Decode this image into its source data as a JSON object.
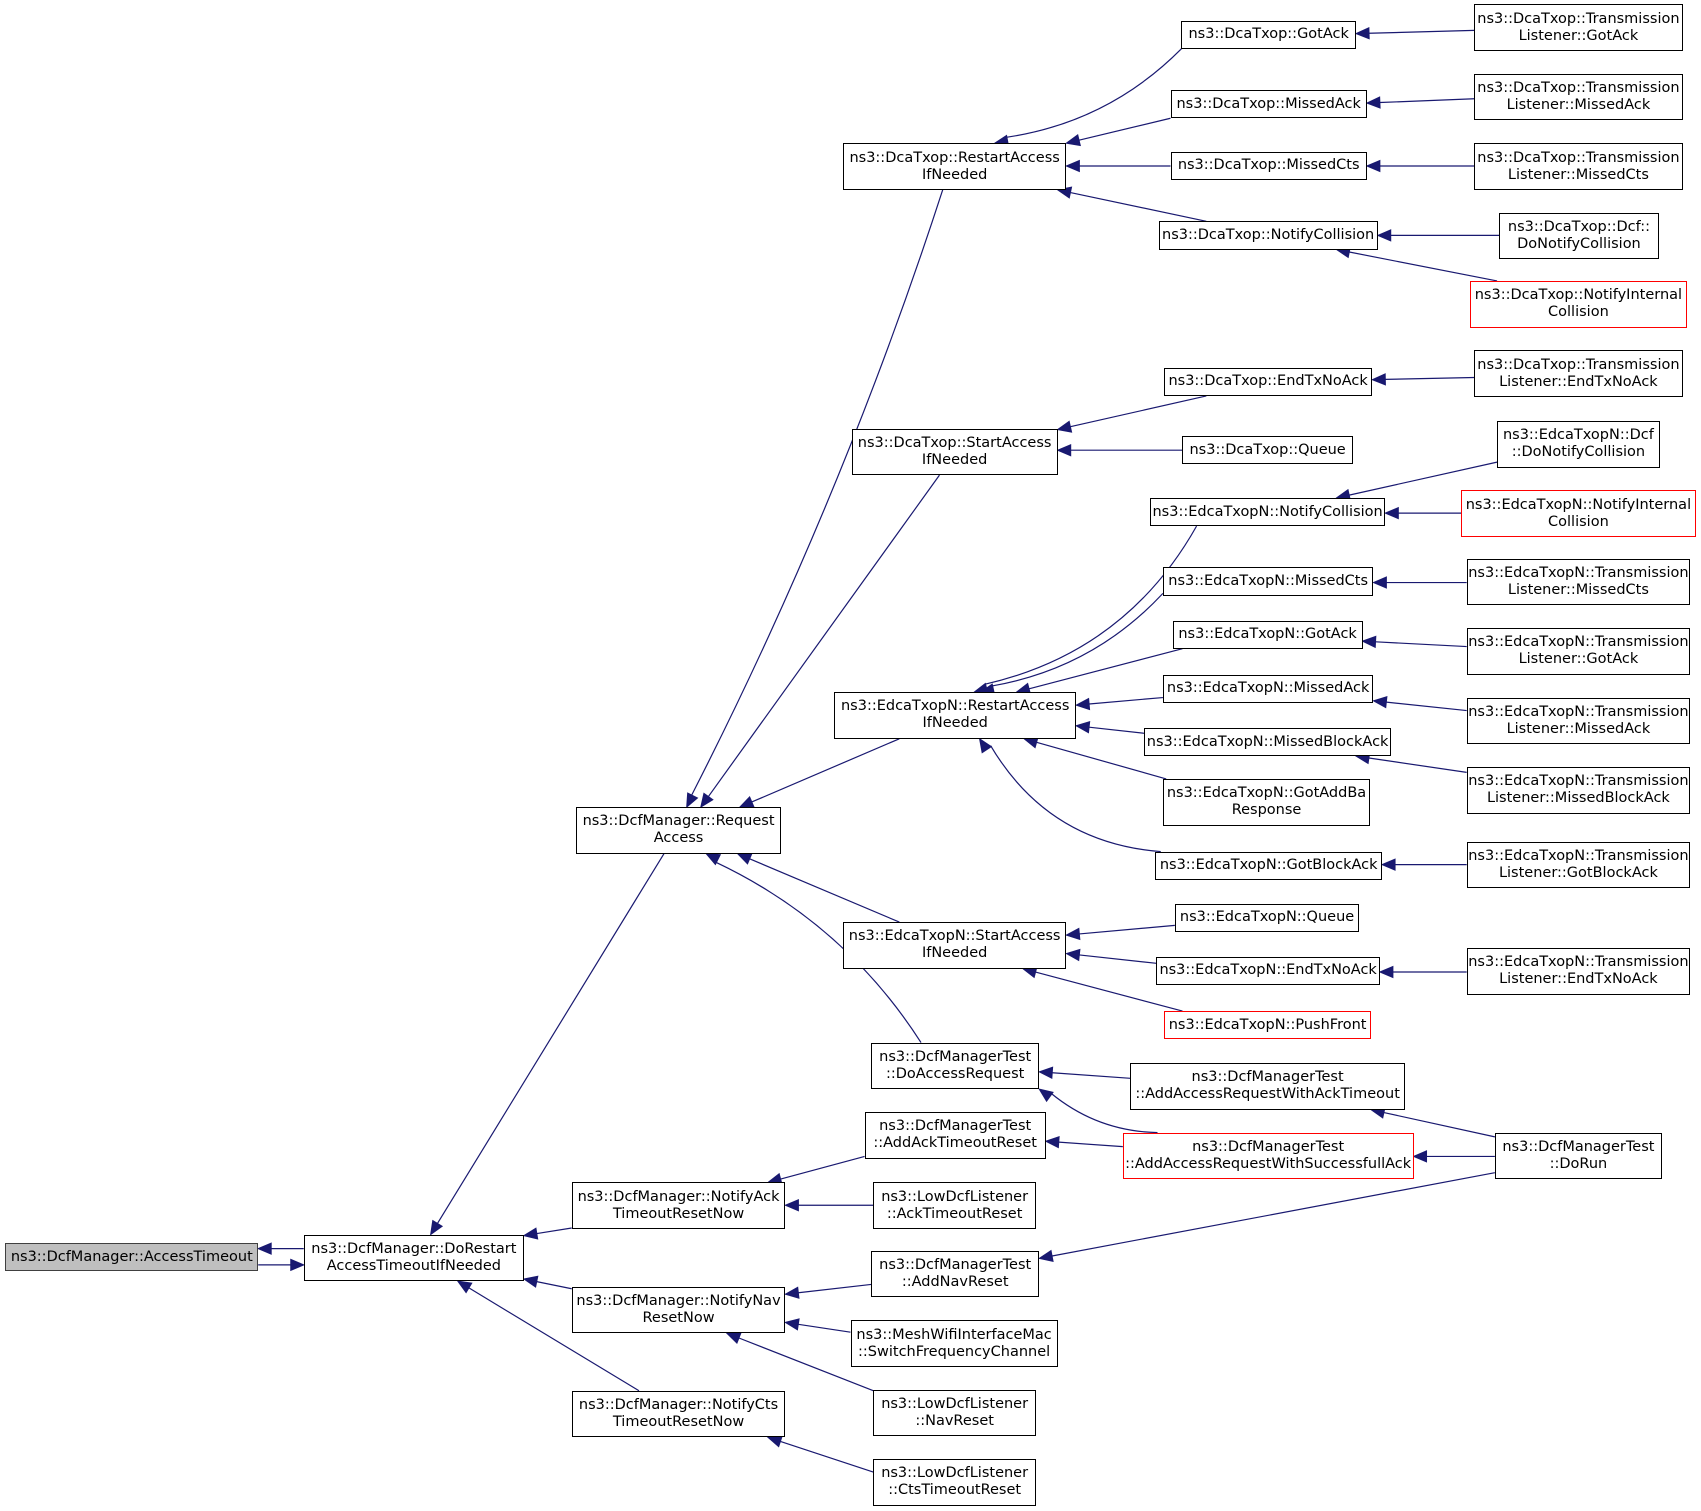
{
  "colors": {
    "edge": "#191970",
    "node_border": "#000000",
    "truncated_border": "#ff0000",
    "root_fill": "#bfbfbf"
  },
  "nodes": [
    {
      "id": "access_timeout",
      "lines": [
        "ns3::DcfManager::AccessTimeout"
      ],
      "style": "root"
    },
    {
      "id": "do_restart",
      "lines": [
        "ns3::DcfManager::DoRestart",
        "AccessTimeoutIfNeeded"
      ]
    },
    {
      "id": "request_access",
      "lines": [
        "ns3::DcfManager::Request",
        "Access"
      ]
    },
    {
      "id": "notify_ack",
      "lines": [
        "ns3::DcfManager::NotifyAck",
        "TimeoutResetNow"
      ]
    },
    {
      "id": "notify_nav",
      "lines": [
        "ns3::DcfManager::NotifyNav",
        "ResetNow"
      ]
    },
    {
      "id": "notify_cts",
      "lines": [
        "ns3::DcfManager::NotifyCts",
        "TimeoutResetNow"
      ]
    },
    {
      "id": "dca_restart",
      "lines": [
        "ns3::DcaTxop::RestartAccess",
        "IfNeeded"
      ]
    },
    {
      "id": "dca_start",
      "lines": [
        "ns3::DcaTxop::StartAccess",
        "IfNeeded"
      ]
    },
    {
      "id": "edca_restart",
      "lines": [
        "ns3::EdcaTxopN::RestartAccess",
        "IfNeeded"
      ]
    },
    {
      "id": "edca_start",
      "lines": [
        "ns3::EdcaTxopN::StartAccess",
        "IfNeeded"
      ]
    },
    {
      "id": "test_do_access",
      "lines": [
        "ns3::DcfManagerTest",
        "::DoAccessRequest"
      ]
    },
    {
      "id": "test_add_ack_timeout",
      "lines": [
        "ns3::DcfManagerTest",
        "::AddAckTimeoutReset"
      ]
    },
    {
      "id": "low_ack_timeout",
      "lines": [
        "ns3::LowDcfListener",
        "::AckTimeoutReset"
      ]
    },
    {
      "id": "test_add_nav",
      "lines": [
        "ns3::DcfManagerTest",
        "::AddNavReset"
      ]
    },
    {
      "id": "mesh_switch",
      "lines": [
        "ns3::MeshWifiInterfaceMac",
        "::SwitchFrequencyChannel"
      ]
    },
    {
      "id": "low_nav",
      "lines": [
        "ns3::LowDcfListener",
        "::NavReset"
      ]
    },
    {
      "id": "low_cts",
      "lines": [
        "ns3::LowDcfListener",
        "::CtsTimeoutReset"
      ]
    },
    {
      "id": "dca_gotack",
      "lines": [
        "ns3::DcaTxop::GotAck"
      ]
    },
    {
      "id": "dca_missedack",
      "lines": [
        "ns3::DcaTxop::MissedAck"
      ]
    },
    {
      "id": "dca_missedcts",
      "lines": [
        "ns3::DcaTxop::MissedCts"
      ]
    },
    {
      "id": "dca_notifycoll",
      "lines": [
        "ns3::DcaTxop::NotifyCollision"
      ]
    },
    {
      "id": "dca_endtx",
      "lines": [
        "ns3::DcaTxop::EndTxNoAck"
      ]
    },
    {
      "id": "dca_queue",
      "lines": [
        "ns3::DcaTxop::Queue"
      ]
    },
    {
      "id": "edca_notifycoll",
      "lines": [
        "ns3::EdcaTxopN::NotifyCollision"
      ]
    },
    {
      "id": "edca_missedcts",
      "lines": [
        "ns3::EdcaTxopN::MissedCts"
      ]
    },
    {
      "id": "edca_gotack",
      "lines": [
        "ns3::EdcaTxopN::GotAck"
      ]
    },
    {
      "id": "edca_missedack",
      "lines": [
        "ns3::EdcaTxopN::MissedAck"
      ]
    },
    {
      "id": "edca_missedblockack",
      "lines": [
        "ns3::EdcaTxopN::MissedBlockAck"
      ]
    },
    {
      "id": "edca_gotaddba",
      "lines": [
        "ns3::EdcaTxopN::GotAddBa",
        "Response"
      ]
    },
    {
      "id": "edca_gotblockack",
      "lines": [
        "ns3::EdcaTxopN::GotBlockAck"
      ]
    },
    {
      "id": "edca_queue",
      "lines": [
        "ns3::EdcaTxopN::Queue"
      ]
    },
    {
      "id": "edca_endtx",
      "lines": [
        "ns3::EdcaTxopN::EndTxNoAck"
      ]
    },
    {
      "id": "edca_pushfront",
      "lines": [
        "ns3::EdcaTxopN::PushFront"
      ],
      "style": "truncated"
    },
    {
      "id": "test_add_ack_timeout_req",
      "lines": [
        "ns3::DcfManagerTest",
        "::AddAccessRequestWithAckTimeout"
      ]
    },
    {
      "id": "test_add_succ_ack",
      "lines": [
        "ns3::DcfManagerTest",
        "::AddAccessRequestWithSuccessfullAck"
      ],
      "style": "truncated"
    },
    {
      "id": "dca_tl_gotack",
      "lines": [
        "ns3::DcaTxop::Transmission",
        "Listener::GotAck"
      ]
    },
    {
      "id": "dca_tl_missedack",
      "lines": [
        "ns3::DcaTxop::Transmission",
        "Listener::MissedAck"
      ]
    },
    {
      "id": "dca_tl_missedcts",
      "lines": [
        "ns3::DcaTxop::Transmission",
        "Listener::MissedCts"
      ]
    },
    {
      "id": "dca_dcf_donotify",
      "lines": [
        "ns3::DcaTxop::Dcf::",
        "DoNotifyCollision"
      ]
    },
    {
      "id": "dca_notify_internal",
      "lines": [
        "ns3::DcaTxop::NotifyInternal",
        "Collision"
      ],
      "style": "truncated"
    },
    {
      "id": "dca_tl_endtx",
      "lines": [
        "ns3::DcaTxop::Transmission",
        "Listener::EndTxNoAck"
      ]
    },
    {
      "id": "edca_dcf_donotify",
      "lines": [
        "ns3::EdcaTxopN::Dcf",
        "::DoNotifyCollision"
      ]
    },
    {
      "id": "edca_notify_internal",
      "lines": [
        "ns3::EdcaTxopN::NotifyInternal",
        "Collision"
      ],
      "style": "truncated"
    },
    {
      "id": "edca_tl_missedcts",
      "lines": [
        "ns3::EdcaTxopN::Transmission",
        "Listener::MissedCts"
      ]
    },
    {
      "id": "edca_tl_gotack",
      "lines": [
        "ns3::EdcaTxopN::Transmission",
        "Listener::GotAck"
      ]
    },
    {
      "id": "edca_tl_missedack",
      "lines": [
        "ns3::EdcaTxopN::Transmission",
        "Listener::MissedAck"
      ]
    },
    {
      "id": "edca_tl_missedblockack",
      "lines": [
        "ns3::EdcaTxopN::Transmission",
        "Listener::MissedBlockAck"
      ]
    },
    {
      "id": "edca_tl_gotblockack",
      "lines": [
        "ns3::EdcaTxopN::Transmission",
        "Listener::GotBlockAck"
      ]
    },
    {
      "id": "edca_tl_endtx",
      "lines": [
        "ns3::EdcaTxopN::Transmission",
        "Listener::EndTxNoAck"
      ]
    },
    {
      "id": "test_dorun",
      "lines": [
        "ns3::DcfManagerTest",
        "::DoRun"
      ]
    }
  ],
  "edges": [
    {
      "from": "do_restart",
      "to": "access_timeout"
    },
    {
      "from": "access_timeout",
      "to": "do_restart"
    },
    {
      "from": "request_access",
      "to": "do_restart"
    },
    {
      "from": "notify_ack",
      "to": "do_restart"
    },
    {
      "from": "notify_nav",
      "to": "do_restart"
    },
    {
      "from": "notify_cts",
      "to": "do_restart"
    },
    {
      "from": "dca_restart",
      "to": "request_access"
    },
    {
      "from": "dca_start",
      "to": "request_access"
    },
    {
      "from": "edca_restart",
      "to": "request_access"
    },
    {
      "from": "edca_start",
      "to": "request_access"
    },
    {
      "from": "test_do_access",
      "to": "request_access"
    },
    {
      "from": "test_add_ack_timeout",
      "to": "notify_ack"
    },
    {
      "from": "low_ack_timeout",
      "to": "notify_ack"
    },
    {
      "from": "test_add_nav",
      "to": "notify_nav"
    },
    {
      "from": "mesh_switch",
      "to": "notify_nav"
    },
    {
      "from": "low_nav",
      "to": "notify_nav"
    },
    {
      "from": "low_cts",
      "to": "notify_cts"
    },
    {
      "from": "dca_gotack",
      "to": "dca_restart"
    },
    {
      "from": "dca_missedack",
      "to": "dca_restart"
    },
    {
      "from": "dca_missedcts",
      "to": "dca_restart"
    },
    {
      "from": "dca_notifycoll",
      "to": "dca_restart"
    },
    {
      "from": "dca_endtx",
      "to": "dca_start"
    },
    {
      "from": "dca_queue",
      "to": "dca_start"
    },
    {
      "from": "edca_notifycoll",
      "to": "edca_restart"
    },
    {
      "from": "edca_missedcts",
      "to": "edca_restart"
    },
    {
      "from": "edca_gotack",
      "to": "edca_restart"
    },
    {
      "from": "edca_missedack",
      "to": "edca_restart"
    },
    {
      "from": "edca_missedblockack",
      "to": "edca_restart"
    },
    {
      "from": "edca_gotaddba",
      "to": "edca_restart"
    },
    {
      "from": "edca_gotblockack",
      "to": "edca_restart"
    },
    {
      "from": "edca_queue",
      "to": "edca_start"
    },
    {
      "from": "edca_endtx",
      "to": "edca_start"
    },
    {
      "from": "edca_pushfront",
      "to": "edca_start"
    },
    {
      "from": "test_add_ack_timeout_req",
      "to": "test_do_access"
    },
    {
      "from": "test_add_succ_ack",
      "to": "test_do_access"
    },
    {
      "from": "test_add_succ_ack",
      "to": "test_add_ack_timeout"
    },
    {
      "from": "dca_tl_gotack",
      "to": "dca_gotack"
    },
    {
      "from": "dca_tl_missedack",
      "to": "dca_missedack"
    },
    {
      "from": "dca_tl_missedcts",
      "to": "dca_missedcts"
    },
    {
      "from": "dca_dcf_donotify",
      "to": "dca_notifycoll"
    },
    {
      "from": "dca_notify_internal",
      "to": "dca_notifycoll"
    },
    {
      "from": "dca_tl_endtx",
      "to": "dca_endtx"
    },
    {
      "from": "edca_dcf_donotify",
      "to": "edca_notifycoll"
    },
    {
      "from": "edca_notify_internal",
      "to": "edca_notifycoll"
    },
    {
      "from": "edca_tl_missedcts",
      "to": "edca_missedcts"
    },
    {
      "from": "edca_tl_gotack",
      "to": "edca_gotack"
    },
    {
      "from": "edca_tl_missedack",
      "to": "edca_missedack"
    },
    {
      "from": "edca_tl_missedblockack",
      "to": "edca_missedblockack"
    },
    {
      "from": "edca_tl_gotblockack",
      "to": "edca_gotblockack"
    },
    {
      "from": "edca_tl_endtx",
      "to": "edca_endtx"
    },
    {
      "from": "test_dorun",
      "to": "test_add_ack_timeout_req"
    },
    {
      "from": "test_dorun",
      "to": "test_add_succ_ack"
    },
    {
      "from": "test_dorun",
      "to": "test_add_nav"
    }
  ]
}
